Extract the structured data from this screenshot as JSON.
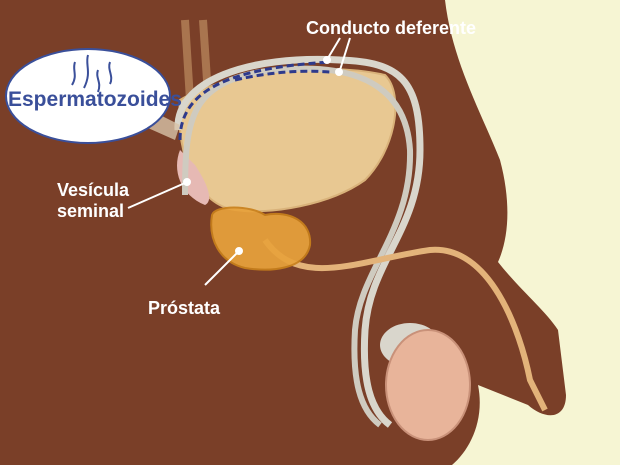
{
  "labels": {
    "vas_deferens": "Conducto deferente",
    "sperm": "Espermatozoides",
    "seminal_vesicle_line1": "Vesícula",
    "seminal_vesicle_line2": "seminal",
    "prostate": "Próstata"
  },
  "colors": {
    "background": "#f6f5d3",
    "body": "#7a3f28",
    "bladder": "#e8c892",
    "prostate": "#e8a23c",
    "testis": "#e8b49a",
    "duct": "#d9d6cc",
    "sperm_path": "#2e3a8c"
  }
}
